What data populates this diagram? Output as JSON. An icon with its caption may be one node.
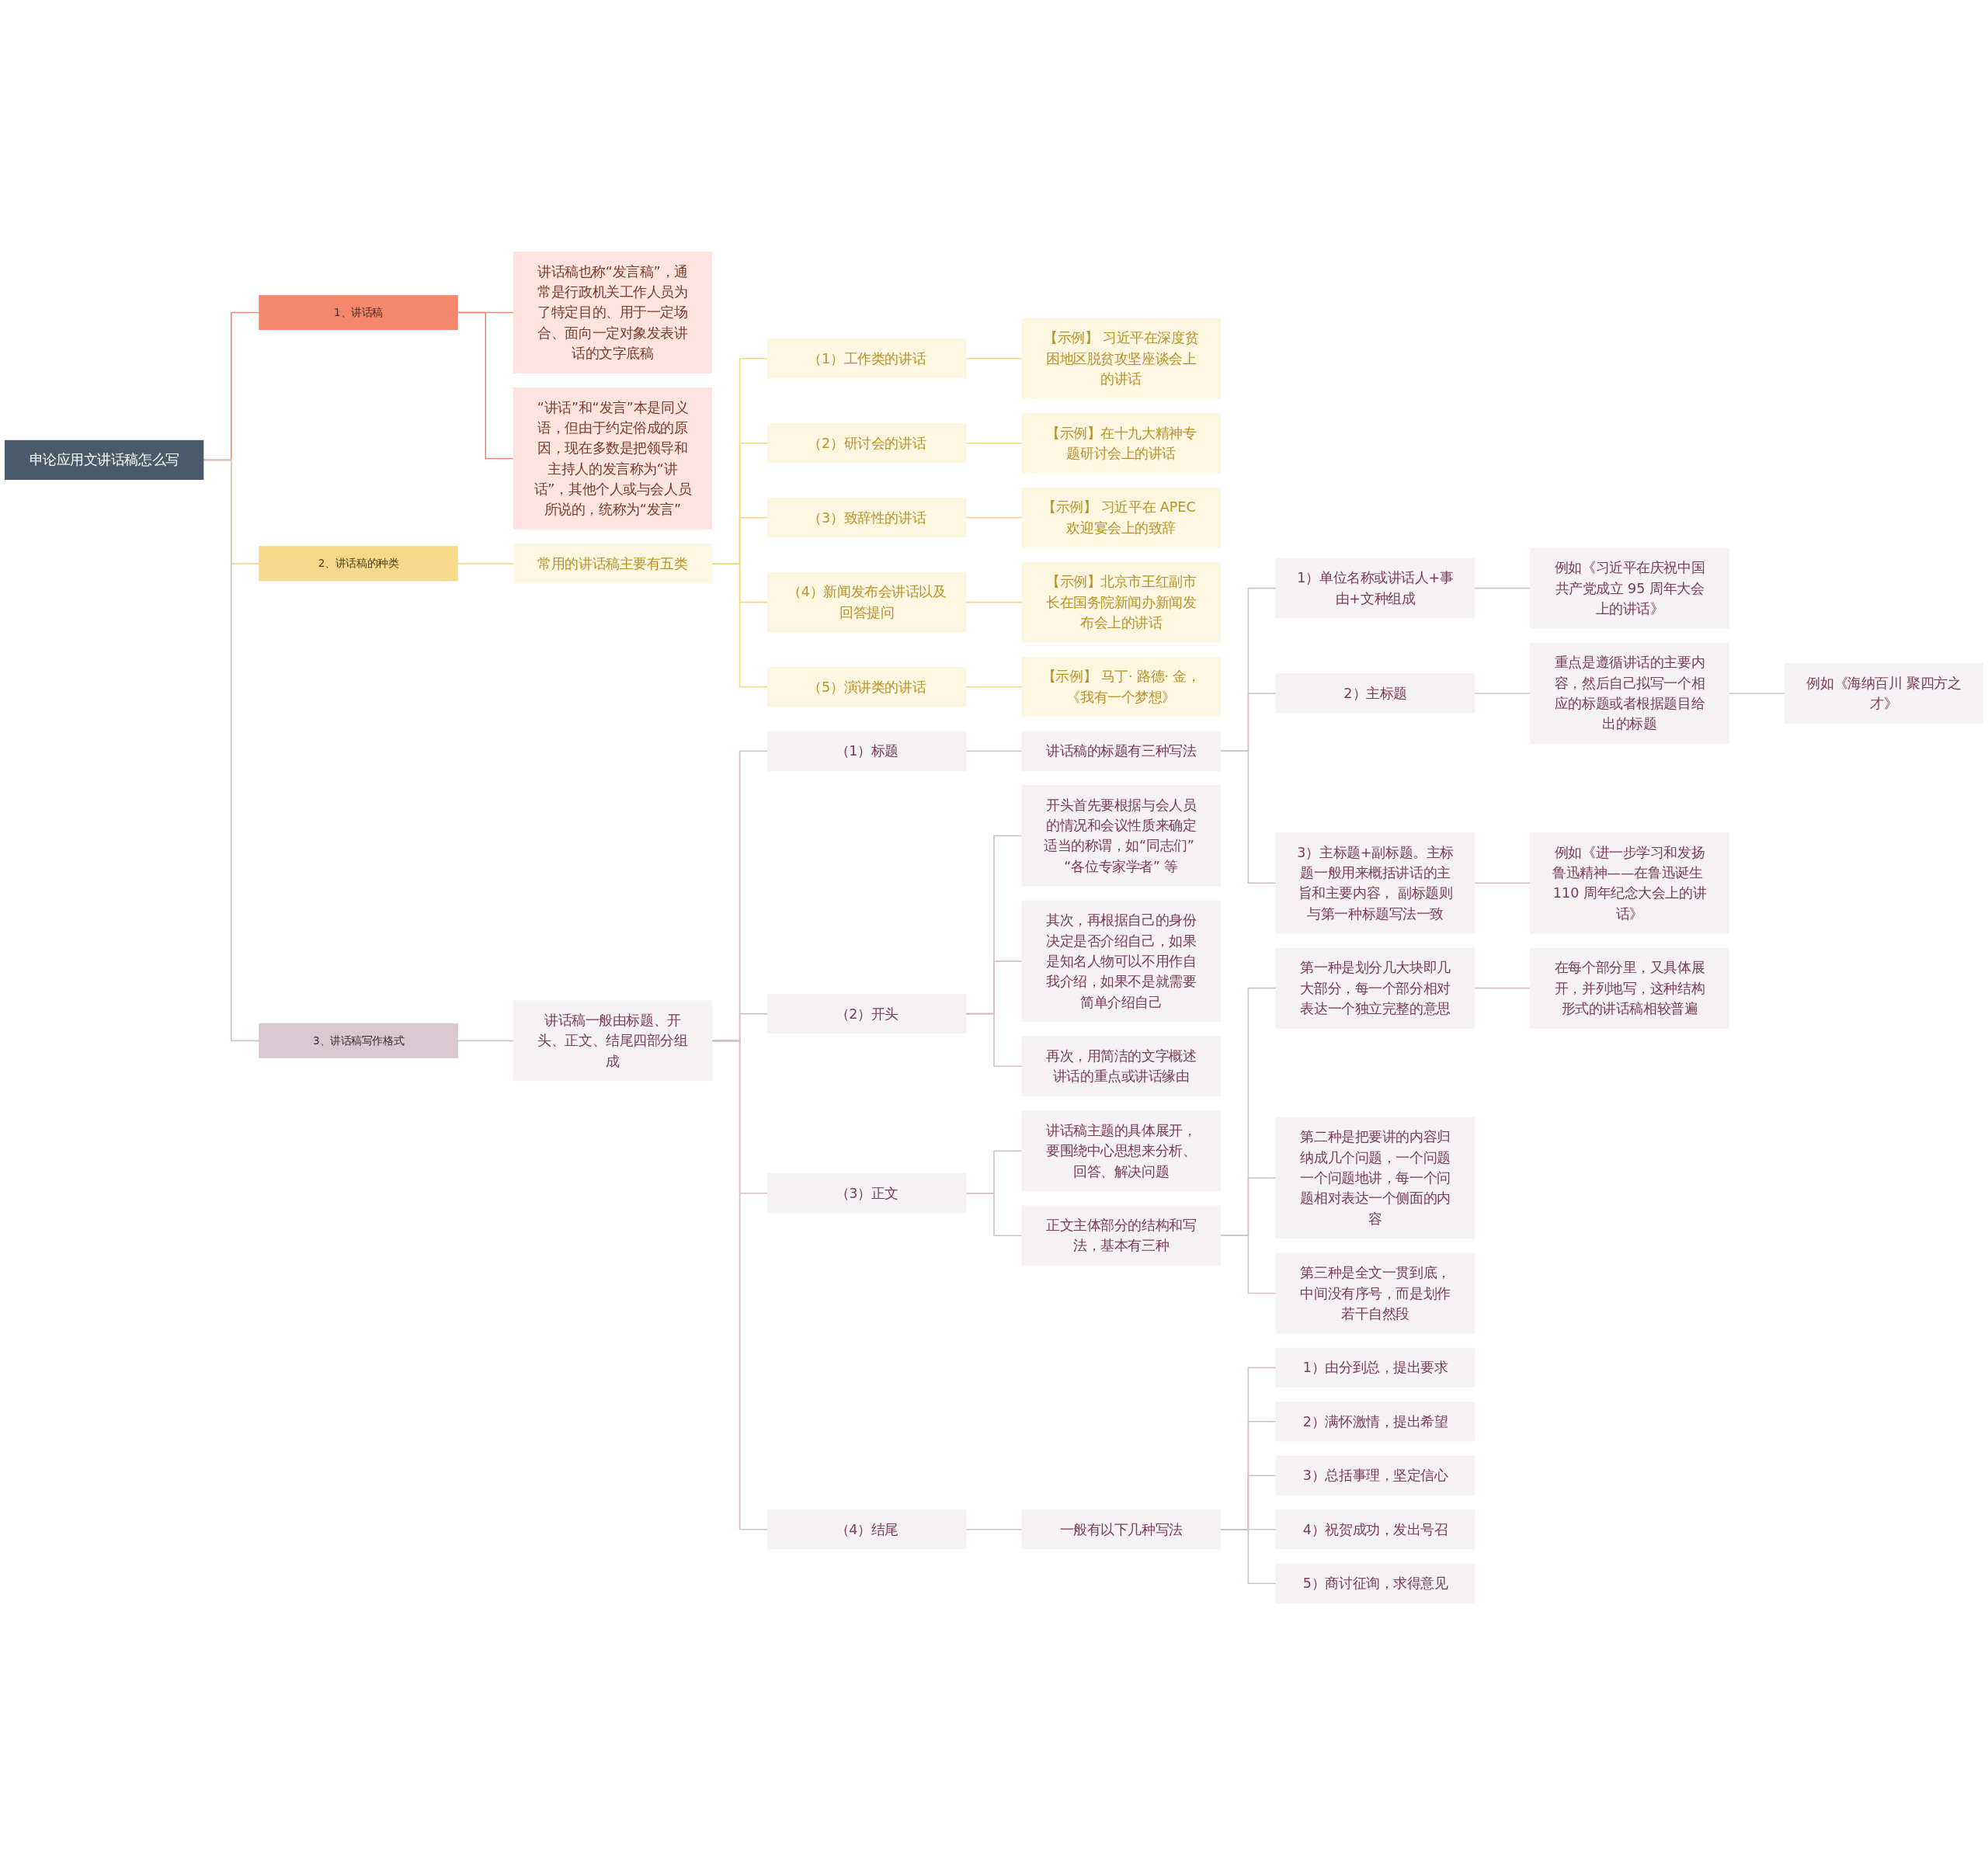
{
  "diagram": {
    "nodes": [
      {
        "text": [
          "申论应用文讲话稿怎么写"
        ]
      },
      {
        "text": [
          "1、讲话稿"
        ]
      },
      {
        "text": [
          "讲话稿也称“发言稿”，通常是行政机关工作人员为了特定目的、用于一定场合、面向一定对象发表讲话的文字底稿"
        ]
      },
      {
        "text": [
          "“讲话”和“发言”本是同义语，但由于约定俗成的原因，现在多数是把领导和主持人的发言称为“讲话”，其他个人或与会人员所说的，统称为“发言”"
        ]
      },
      {
        "text": [
          "2、讲话稿的种类"
        ]
      },
      {
        "text": [
          "常用的讲话稿主要有五类"
        ]
      },
      {
        "text": [
          "（1）工作类的讲话"
        ]
      },
      {
        "text": [
          "【示例】 习近平在深度贫困地区脱贫攻坚座谈会上的讲话"
        ]
      },
      {
        "text": [
          "（2）研讨会的讲话"
        ]
      },
      {
        "text": [
          "【示例】在十九大精神专题研讨会上的讲话"
        ]
      },
      {
        "text": [
          "（3）致辞性的讲话"
        ]
      },
      {
        "text": [
          "【示例】 习近平在 APEC 欢迎宴会上的致辞"
        ]
      },
      {
        "text": [
          "（4）新闻发布会讲话以及回答提问"
        ]
      },
      {
        "text": [
          "【示例】北京市王红副市长在国务院新闻办新闻发布会上的讲话"
        ]
      },
      {
        "text": [
          "（5）演讲类的讲话"
        ]
      },
      {
        "text": [
          "【示例】 马丁· 路德· 金，《我有一个梦想》"
        ]
      },
      {
        "text": [
          "3、讲话稿写作格式"
        ]
      },
      {
        "text": [
          "讲话稿一般由标题、开头、正文、结尾四部分组成"
        ]
      },
      {
        "text": [
          "（1）标题"
        ]
      },
      {
        "text": [
          "讲话稿的标题有三种写法"
        ]
      },
      {
        "text": [
          "1）单位名称或讲话人+事由+文种组成"
        ]
      },
      {
        "text": [
          "例如《习近平在庆祝中国共产党成立 95 周年大会上的讲话》"
        ]
      },
      {
        "text": [
          "2）主标题"
        ]
      },
      {
        "text": [
          "重点是遵循讲话的主要内容，然后自己拟写一个相应的标题或者根据题目给出的标题"
        ]
      },
      {
        "text": [
          "例如《海纳百川 聚四方之才》"
        ]
      },
      {
        "text": [
          "3）主标题+副标题。主标题一般用来概括讲话的主旨和主要内容， 副标题则与第一种标题写法一致"
        ]
      },
      {
        "text": [
          "例如《进一步学习和发扬鲁迅精神——在鲁迅诞生 110 周年纪念大会上的讲话》"
        ]
      },
      {
        "text": [
          "（2）开头"
        ]
      },
      {
        "text": [
          "开头首先要根据与会人员的情况和会议性质来确定适当的称谓，如“同志们” “各位专家学者” 等"
        ]
      },
      {
        "text": [
          "其次，再根据自己的身份决定是否介绍自己，如果是知名人物可以不用作自我介绍，如果不是就需要简单介绍自己"
        ]
      },
      {
        "text": [
          "再次，用简洁的文字概述讲话的重点或讲话缘由"
        ]
      },
      {
        "text": [
          "（3）正文"
        ]
      },
      {
        "text": [
          "讲话稿主题的具体展开，要围绕中心思想来分析、回答、解决问题"
        ]
      },
      {
        "text": [
          "正文主体部分的结构和写法，基本有三种"
        ]
      },
      {
        "text": [
          "第一种是划分几大块即几大部分，每一个部分相对表达一个独立完整的意思"
        ]
      },
      {
        "text": [
          "在每个部分里，又具体展开，并列地写，这种结构形式的讲话稿相较普遍"
        ]
      },
      {
        "text": [
          "第二种是把要讲的内容归纳成几个问题，一个问题一个问题地讲，每一个问题相对表达一个侧面的内容"
        ]
      },
      {
        "text": [
          "第三种是全文一贯到底，中间没有序号，而是划作若干自然段"
        ]
      },
      {
        "text": [
          "（4）结尾"
        ]
      },
      {
        "text": [
          "一般有以下几种写法"
        ]
      },
      {
        "text": [
          "1）由分到总，提出要求"
        ]
      },
      {
        "text": [
          "2）满怀激情，提出希望"
        ]
      },
      {
        "text": [
          "3）总括事理，坚定信心"
        ]
      },
      {
        "text": [
          "4）祝贺成功，发出号召"
        ]
      },
      {
        "text": [
          "5）商讨征询，求得意见"
        ]
      }
    ],
    "edges": [
      {
        "from": 0,
        "to": 1,
        "arrow": "none",
        "color": "#f08a70"
      },
      {
        "from": 1,
        "to": 2,
        "arrow": "none",
        "color": "#f08a70"
      },
      {
        "from": 1,
        "to": 3,
        "arrow": "none",
        "color": "#f08a70"
      },
      {
        "from": 0,
        "to": 4,
        "arrow": "none",
        "color": "#f2d98a"
      },
      {
        "from": 4,
        "to": 5,
        "arrow": "none",
        "color": "#f2d98a"
      },
      {
        "from": 5,
        "to": 6,
        "arrow": "none",
        "color": "#f2d98a"
      },
      {
        "from": 6,
        "to": 7,
        "arrow": "none",
        "color": "#f2d98a"
      },
      {
        "from": 5,
        "to": 8,
        "arrow": "none",
        "color": "#f2d98a"
      },
      {
        "from": 8,
        "to": 9,
        "arrow": "none",
        "color": "#f2d98a"
      },
      {
        "from": 5,
        "to": 10,
        "arrow": "none",
        "color": "#f2d98a"
      },
      {
        "from": 10,
        "to": 11,
        "arrow": "none",
        "color": "#f2d98a"
      },
      {
        "from": 5,
        "to": 12,
        "arrow": "none",
        "color": "#f2d98a"
      },
      {
        "from": 12,
        "to": 13,
        "arrow": "none",
        "color": "#f2d98a"
      },
      {
        "from": 5,
        "to": 14,
        "arrow": "none",
        "color": "#f2d98a"
      },
      {
        "from": 14,
        "to": 15,
        "arrow": "none",
        "color": "#f2d98a"
      },
      {
        "from": 0,
        "to": 16,
        "arrow": "none"
      },
      {
        "from": 16,
        "to": 17,
        "arrow": "none"
      },
      {
        "from": 17,
        "to": 18,
        "arrow": "none"
      },
      {
        "from": 18,
        "to": 19,
        "arrow": "none"
      },
      {
        "from": 19,
        "to": 20,
        "arrow": "none"
      },
      {
        "from": 20,
        "to": 21,
        "arrow": "none"
      },
      {
        "from": 19,
        "to": 22,
        "arrow": "none"
      },
      {
        "from": 22,
        "to": 23,
        "arrow": "none"
      },
      {
        "from": 23,
        "to": 24,
        "arrow": "none"
      },
      {
        "from": 19,
        "to": 25,
        "arrow": "none"
      },
      {
        "from": 25,
        "to": 26,
        "arrow": "none"
      },
      {
        "from": 17,
        "to": 27,
        "arrow": "none"
      },
      {
        "from": 27,
        "to": 28,
        "arrow": "none"
      },
      {
        "from": 27,
        "to": 29,
        "arrow": "none"
      },
      {
        "from": 27,
        "to": 30,
        "arrow": "none"
      },
      {
        "from": 17,
        "to": 31,
        "arrow": "none"
      },
      {
        "from": 31,
        "to": 32,
        "arrow": "none"
      },
      {
        "from": 31,
        "to": 33,
        "arrow": "none"
      },
      {
        "from": 33,
        "to": 34,
        "arrow": "none"
      },
      {
        "from": 34,
        "to": 35,
        "arrow": "none"
      },
      {
        "from": 33,
        "to": 36,
        "arrow": "none"
      },
      {
        "from": 33,
        "to": 37,
        "arrow": "none"
      },
      {
        "from": 17,
        "to": 38,
        "arrow": "none"
      },
      {
        "from": 38,
        "to": 39,
        "arrow": "none"
      },
      {
        "from": 39,
        "to": 40,
        "arrow": "none"
      },
      {
        "from": 39,
        "to": 41,
        "arrow": "none"
      },
      {
        "from": 39,
        "to": 42,
        "arrow": "none"
      },
      {
        "from": 39,
        "to": 43,
        "arrow": "none"
      },
      {
        "from": 39,
        "to": 44,
        "arrow": "none"
      }
    ]
  }
}
